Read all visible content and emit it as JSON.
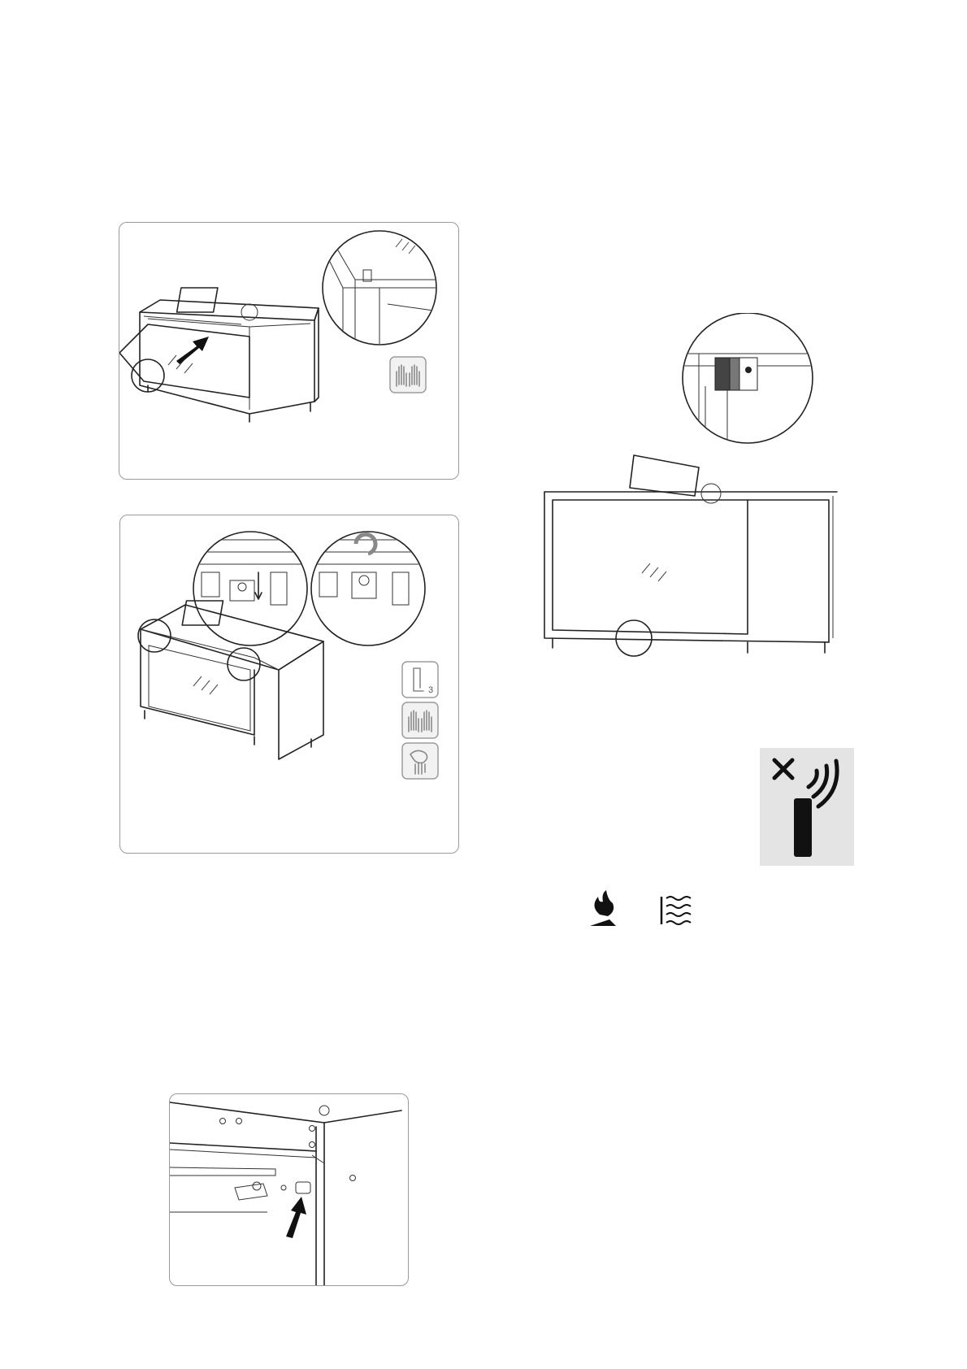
{
  "document": {
    "type": "installation-instructions-page",
    "figures": [
      {
        "id": "fig-1",
        "description_label": "glass-panel-insertion",
        "tools": [
          "gloves-icon"
        ]
      },
      {
        "id": "fig-2",
        "description_label": "glass-clamp-fixing",
        "tools": [
          "hex-key-icon",
          "gloves-icon",
          "cloth-icon"
        ],
        "hex_key_size": "3"
      },
      {
        "id": "fig-3",
        "description_label": "sensor-bracket-detail",
        "tools": []
      },
      {
        "id": "fig-4",
        "description_label": "front-assembly-detail",
        "tools": []
      },
      {
        "id": "fig-5",
        "description_label": "remote-control-warning",
        "tools": [
          "remote-control-icon"
        ]
      },
      {
        "id": "fig-6",
        "description_label": "function-icons",
        "tools": [
          "flame-icon",
          "heat-waves-icon"
        ]
      }
    ]
  },
  "colors": {
    "line": "#222222",
    "panel_border": "#9a9a9a",
    "gear_fill": "#f2f2f2",
    "gear_stroke": "#9c9c9c",
    "remote_bg": "#e4e4e4"
  }
}
